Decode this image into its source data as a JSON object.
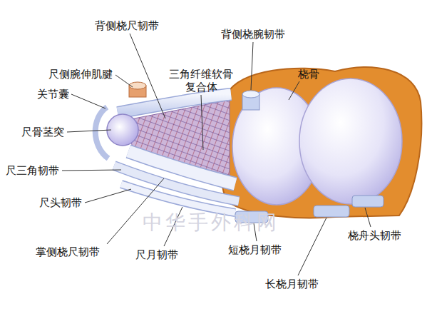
{
  "diagram": {
    "labels": [
      "背侧桡尺韧带",
      "尺侧腕伸肌腱",
      "关节囊",
      "三角纤维软骨 复合体",
      "背侧桡腕韧带",
      "桡骨",
      "尺骨茎突",
      "尺三角韧带",
      "尺头韧带",
      "掌侧桡尺韧带",
      "尺月韧带",
      "短桡月韧带",
      "桡舟头韧带",
      "长桡月韧带",
      "中华手外科网"
    ]
  }
}
